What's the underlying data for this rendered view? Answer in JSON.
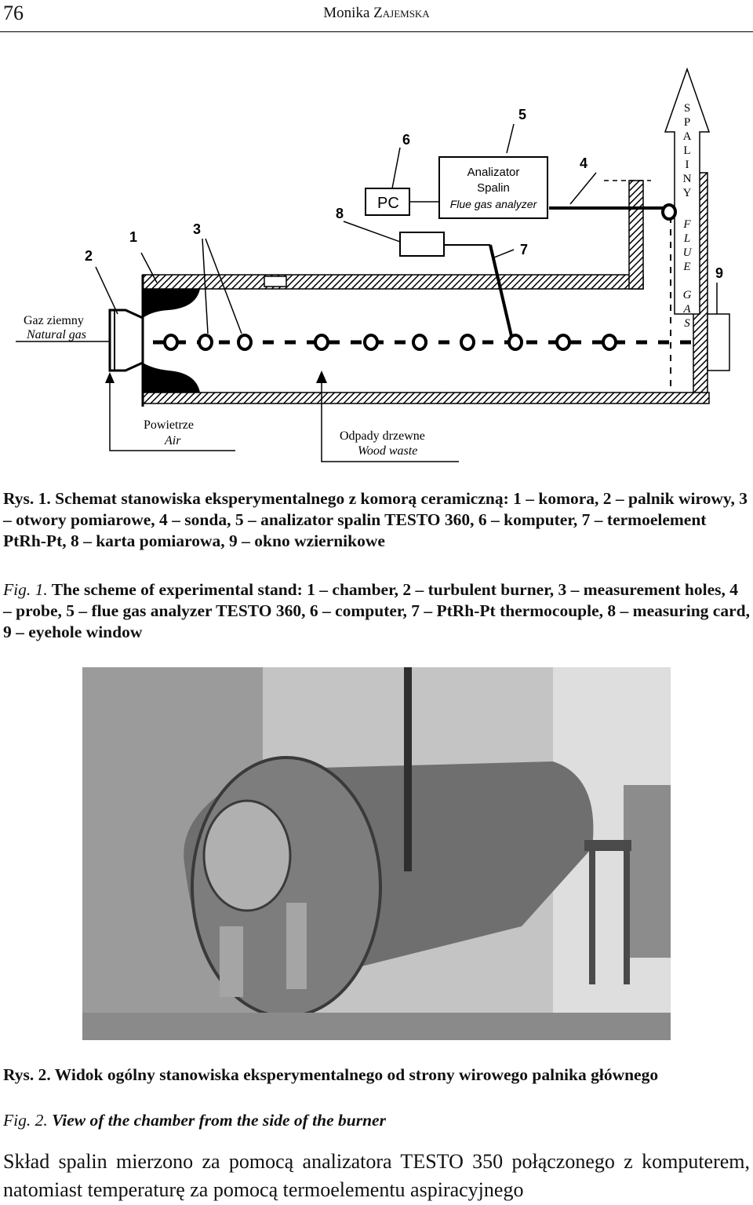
{
  "header": {
    "page_number": "76",
    "author_first": "Monika",
    "author_last": "Zajemska"
  },
  "figure1": {
    "labels": {
      "n1": "1",
      "n2": "2",
      "n3": "3",
      "n4": "4",
      "n5": "5",
      "n6": "6",
      "n7": "7",
      "n8": "8",
      "n9": "9",
      "pc": "PC",
      "analyzer_pl1": "Analizator",
      "analyzer_pl2": "Spalin",
      "analyzer_en": "Flue gas analyzer",
      "gas_pl": "Gaz ziemny",
      "gas_en": "Natural gas",
      "air_pl": "Powietrze",
      "air_en": "Air",
      "waste_pl": "Odpady drzewne",
      "waste_en": "Wood waste",
      "spaliny": [
        "S",
        "P",
        "A",
        "L",
        "I",
        "N",
        "Y"
      ],
      "flue": [
        "F",
        "L",
        "U",
        "E"
      ],
      "gas": [
        "G",
        "A",
        "S"
      ]
    }
  },
  "caption1_pl": {
    "lead": "Rys. 1.",
    "text": "Schemat stanowiska eksperymentalnego z komorą ceramiczną: 1 – komora, 2 – palnik wirowy, 3 – otwory pomiarowe, 4 – sonda, 5 – analizator spalin TESTO 360, 6 – komputer, 7 – termoelement PtRh-Pt, 8 – karta pomiarowa, 9 – okno wziernikowe"
  },
  "caption1_en": {
    "lead": "Fig. 1.",
    "text": "The scheme of experimental stand: 1 – chamber, 2 – turbulent burner, 3 – measurement holes, 4 – probe, 5 – flue gas analyzer TESTO 360, 6 – computer, 7 – PtRh-Pt thermocouple, 8 – measuring card, 9 – eyehole window"
  },
  "caption2_pl": {
    "lead": "Rys. 2.",
    "text": "Widok ogólny stanowiska eksperymentalnego od strony wirowego palnika głównego"
  },
  "caption2_en": {
    "lead": "Fig. 2.",
    "text": "View of the chamber from the side of the burner"
  },
  "body_text": "Skład spalin mierzono za pomocą analizatora TESTO 350 połączonego z komputerem, natomiast temperaturę za pomocą termoelementu aspiracyjnego"
}
